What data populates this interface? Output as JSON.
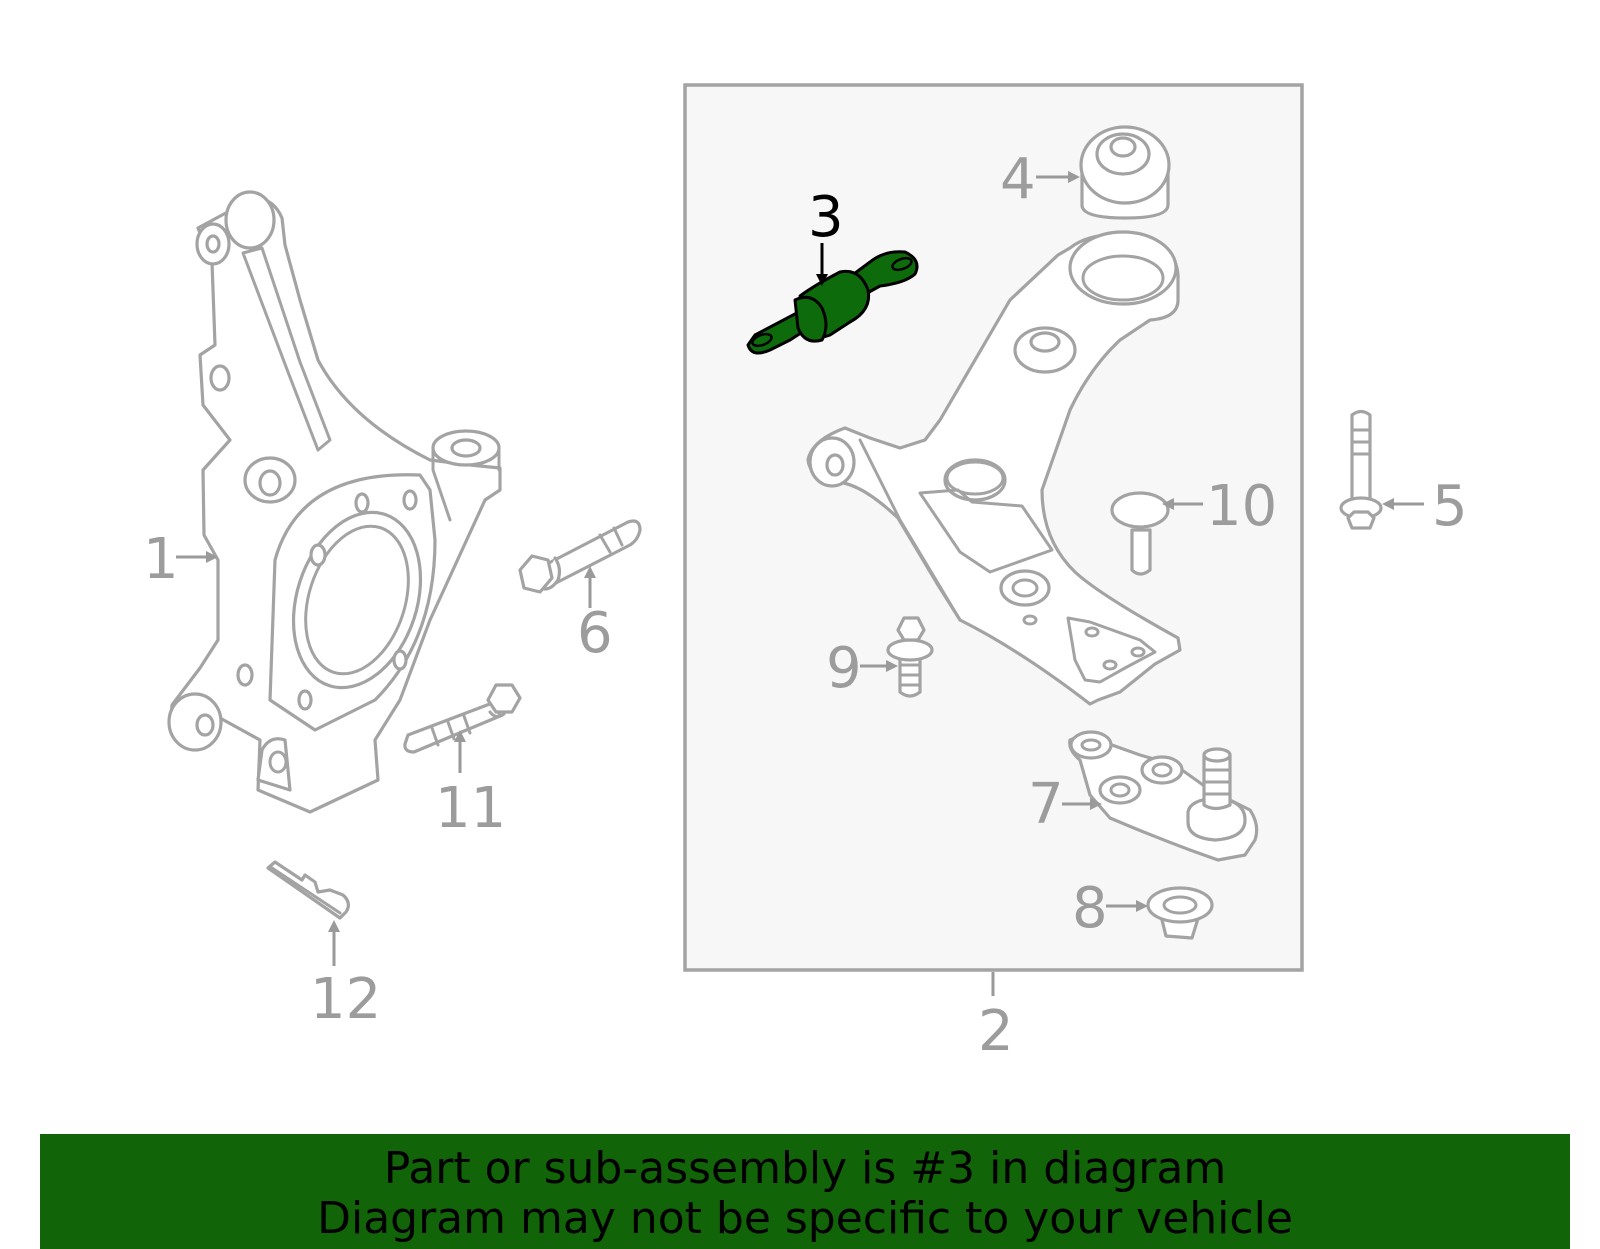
{
  "callouts": {
    "c1": "1",
    "c2": "2",
    "c3": "3",
    "c4": "4",
    "c5": "5",
    "c6": "6",
    "c7": "7",
    "c8": "8",
    "c9": "9",
    "c10": "10",
    "c11": "11",
    "c12": "12"
  },
  "highlighted_part": "3",
  "colors": {
    "highlight": "#0d6b0c",
    "banner": "#116407",
    "parts": "#a3a3a3"
  },
  "banner": {
    "line1": "Part or sub-assembly is #3 in diagram",
    "line2": "Diagram may not be specific to your vehicle"
  }
}
